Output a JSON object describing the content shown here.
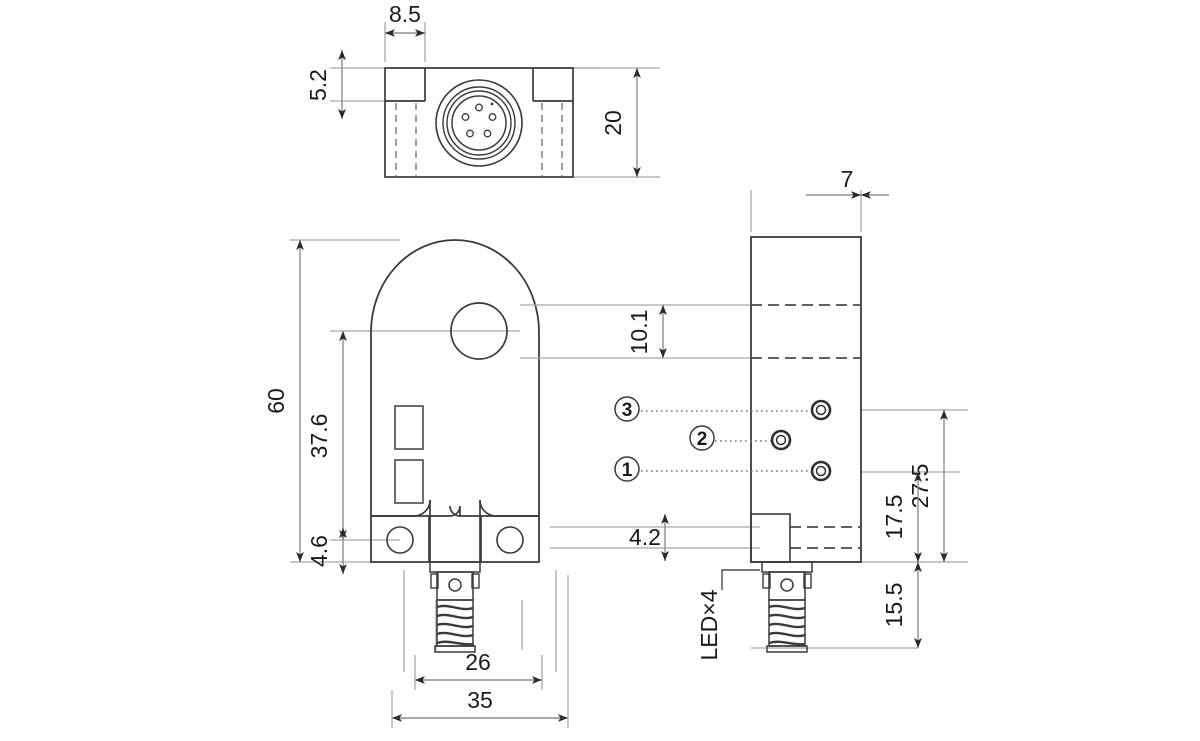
{
  "drawing": {
    "title": "Sensor dimensional drawing",
    "units": "mm",
    "line_color": "#3a3a3a",
    "dim_color": "#9a9a9a",
    "text_color": "#1a1a1a",
    "background": "#ffffff"
  },
  "views": {
    "top": {
      "name": "top-view",
      "label": ""
    },
    "front": {
      "name": "front-view",
      "label": ""
    },
    "side": {
      "name": "side-view",
      "label": ""
    }
  },
  "dimensions": {
    "d_8_5": "8.5",
    "d_5_2": "5.2",
    "d_20": "20",
    "d_7": "7",
    "d_60": "60",
    "d_37_6": "37.6",
    "d_4_6": "4.6",
    "d_10_1": "10.1",
    "d_4_2": "4.2",
    "d_27_5": "27.5",
    "d_17_5": "17.5",
    "d_15_5": "15.5",
    "d_26": "26",
    "d_35": "35"
  },
  "balloons": {
    "b1": "1",
    "b2": "2",
    "b3": "3"
  },
  "notes": {
    "led": "LED×4"
  }
}
